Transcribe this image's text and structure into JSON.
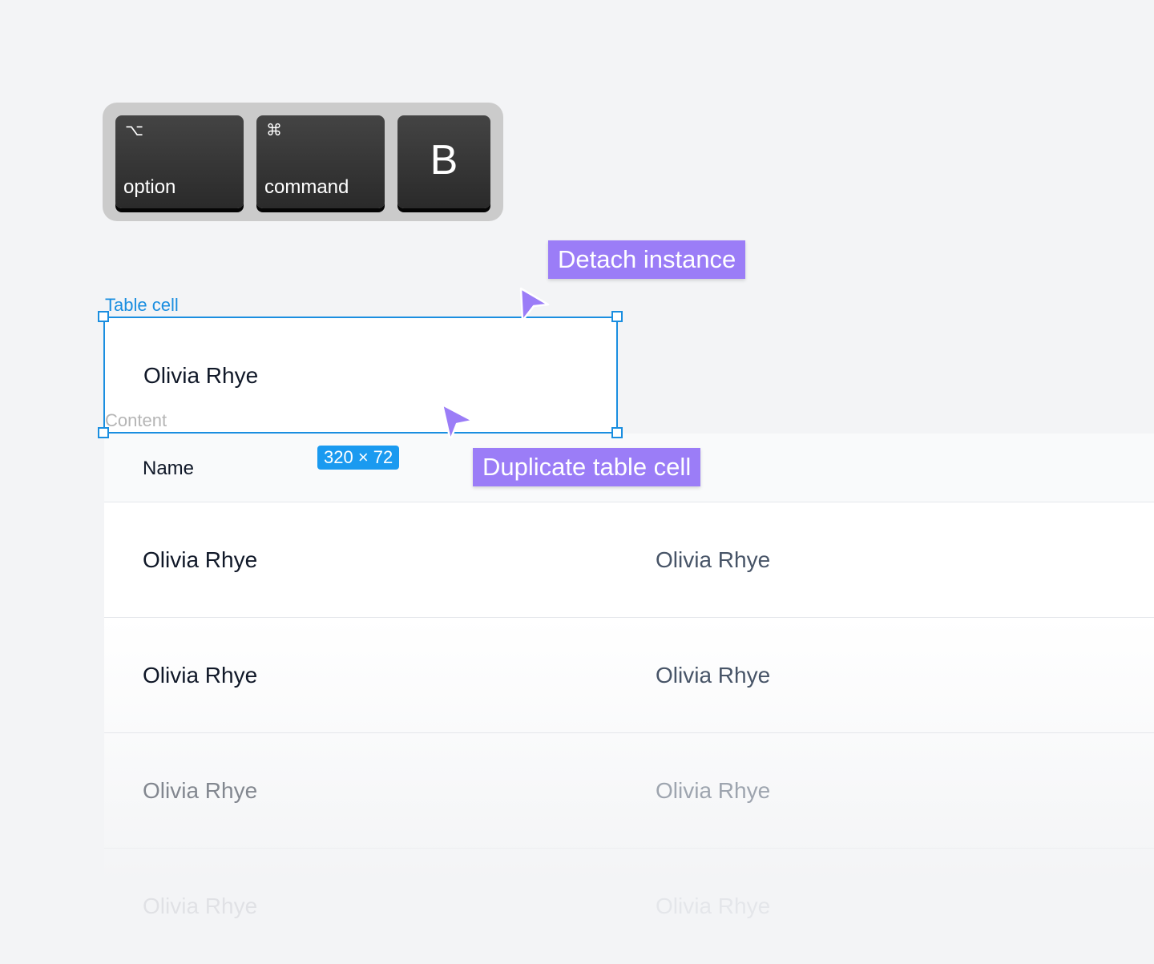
{
  "shortcut": {
    "keys": [
      {
        "symbol": "⌥",
        "label": "option"
      },
      {
        "symbol": "⌘",
        "label": "command"
      },
      {
        "label": "B"
      }
    ]
  },
  "annotations": {
    "detach": "Detach instance",
    "duplicate": "Duplicate table cell"
  },
  "selection": {
    "layer_name": "Table cell",
    "content_label": "Content",
    "cell_text": "Olivia Rhye",
    "size": "320 × 72",
    "color": "#1a8ee0"
  },
  "table": {
    "header": "Name",
    "rows": [
      [
        "Olivia Rhye",
        "Olivia Rhye"
      ],
      [
        "Olivia Rhye",
        "Olivia Rhye"
      ],
      [
        "Olivia Rhye",
        "Olivia Rhye"
      ],
      [
        "Olivia Rhye",
        "Olivia Rhye"
      ]
    ]
  },
  "colors": {
    "accent": "#9b7df7",
    "selection": "#1a8ee0"
  }
}
